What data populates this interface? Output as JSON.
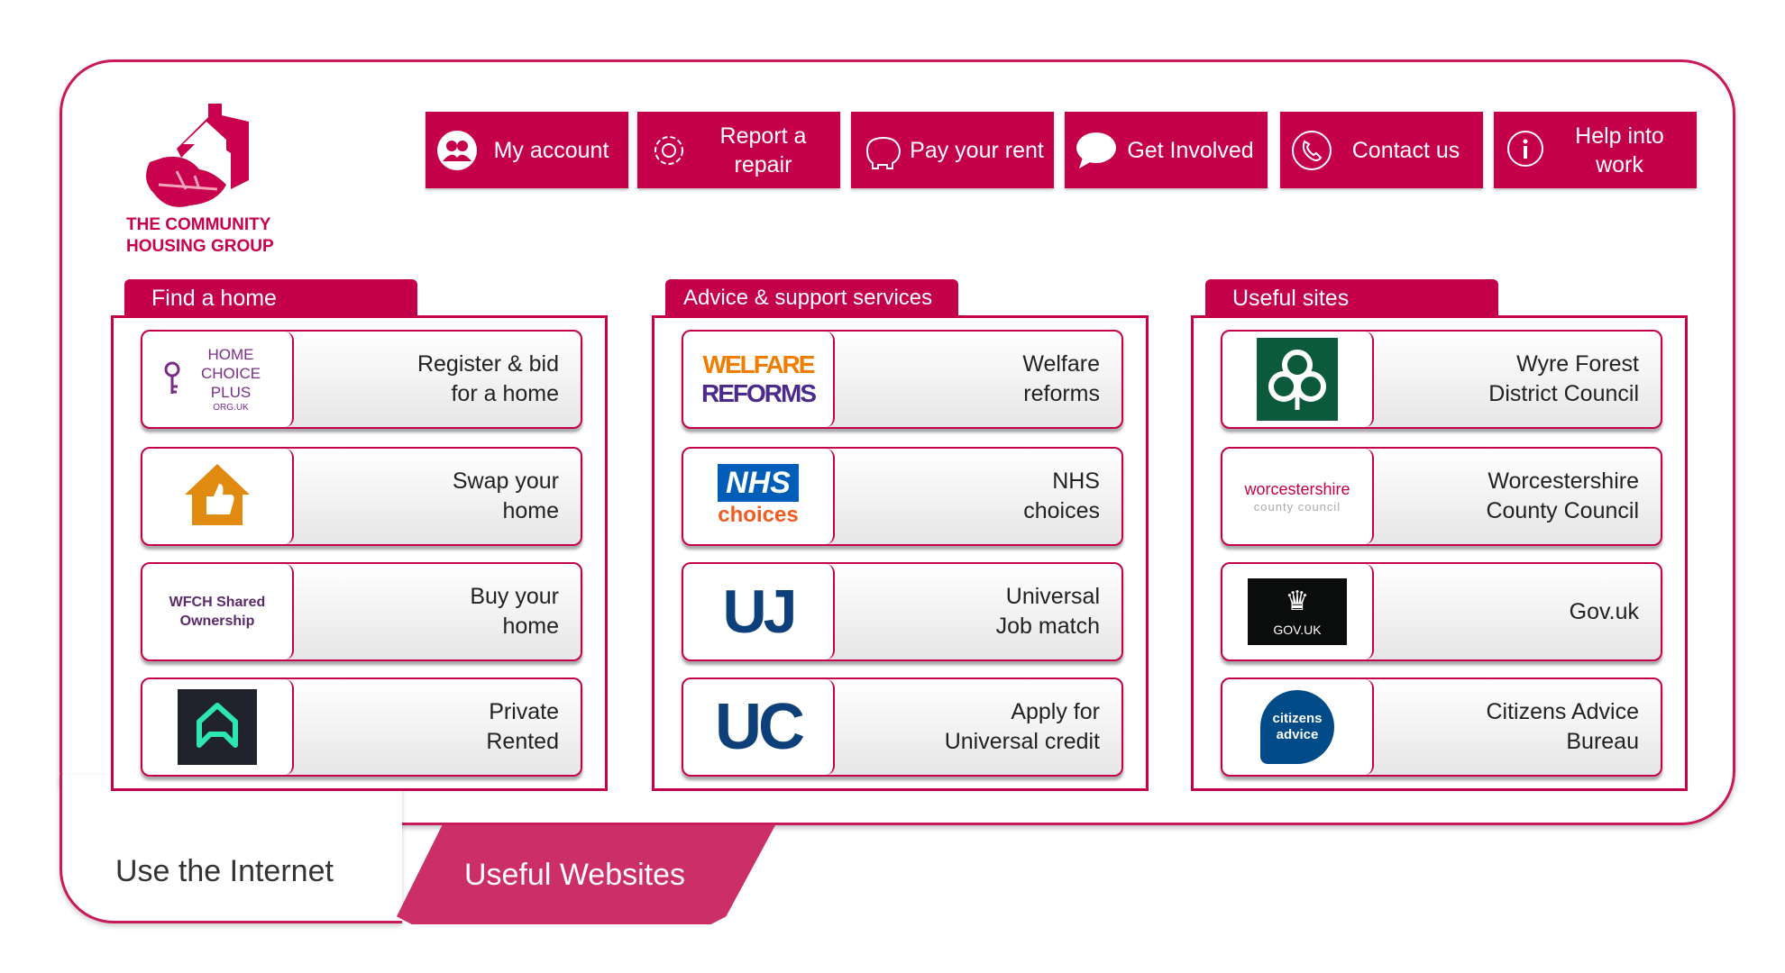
{
  "logo": {
    "line1": "THE COMMUNITY",
    "line2": "HOUSING GROUP"
  },
  "nav": [
    {
      "label": "My account",
      "icon": "people-icon"
    },
    {
      "label": "Report a repair",
      "icon": "gear-icon"
    },
    {
      "label": "Pay your rent",
      "icon": "piggy-bank-icon"
    },
    {
      "label": "Get Involved",
      "icon": "speech-bubble-icon"
    },
    {
      "label": "Contact us",
      "icon": "phone-icon"
    },
    {
      "label": "Help into work",
      "icon": "info-icon"
    }
  ],
  "sections": [
    {
      "title": "Find a home",
      "items": [
        {
          "label": "Register & bid\nfor a home",
          "logo": "HOME CHOICE PLUS",
          "logo_sub": "ORG.UK"
        },
        {
          "label": "Swap your\nhome",
          "logo": "thumbs-up-house"
        },
        {
          "label": "Buy your\nhome",
          "logo": "WFCH Shared Ownership"
        },
        {
          "label": "Private\nRented",
          "logo": "house-outline"
        }
      ]
    },
    {
      "title": "Advice & support services",
      "items": [
        {
          "label": "Welfare\nreforms",
          "logo": "WELFARE",
          "logo2": "REFORMS"
        },
        {
          "label": "NHS\nchoices",
          "logo": "NHS",
          "logo2": "choices"
        },
        {
          "label": "Universal\nJob match",
          "logo": "UJ"
        },
        {
          "label": "Apply for\nUniversal credit",
          "logo": "UC"
        }
      ]
    },
    {
      "title": "Useful sites",
      "items": [
        {
          "label": "Wyre Forest\nDistrict Council",
          "logo": "trefoil"
        },
        {
          "label": "Worcestershire\nCounty  Council",
          "logo": "worcestershire",
          "logo2": "county council"
        },
        {
          "label": "Gov.uk",
          "logo": "GOV.UK"
        },
        {
          "label": "Citizens Advice\nBureau",
          "logo": "citizens",
          "logo2": "advice"
        }
      ]
    }
  ],
  "bottom": {
    "left_label": "Use the Internet",
    "active_tab": "Useful Websites"
  },
  "colors": {
    "brand": "#c5004a",
    "tab": "#cc2e67"
  }
}
